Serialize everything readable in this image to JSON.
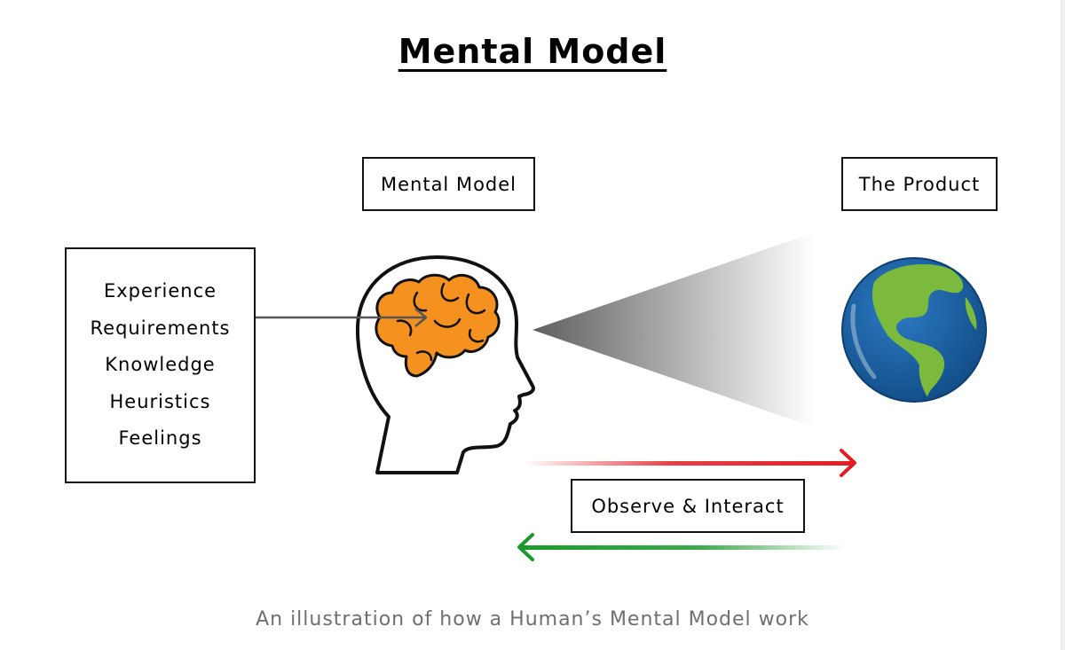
{
  "title": "Mental Model",
  "mental_model_label": "Mental Model",
  "product_label": "The Product",
  "factors": [
    "Experience",
    "Requirements",
    "Knowledge",
    "Heuristics",
    "Feelings"
  ],
  "interaction_label": "Observe & Interact",
  "caption": "An illustration of how a Human’s Mental Model work",
  "icons": {
    "head": "human-head-icon",
    "brain": "brain-icon",
    "product": "earth-globe-icon"
  },
  "colors": {
    "brain_orange": "#f5911e",
    "ocean_blue": "#1b64a8",
    "land_green": "#7cba3d",
    "forward_arrow": "#e41c23",
    "return_arrow": "#1a9a2c",
    "caption_gray": "#6f6f6f"
  }
}
